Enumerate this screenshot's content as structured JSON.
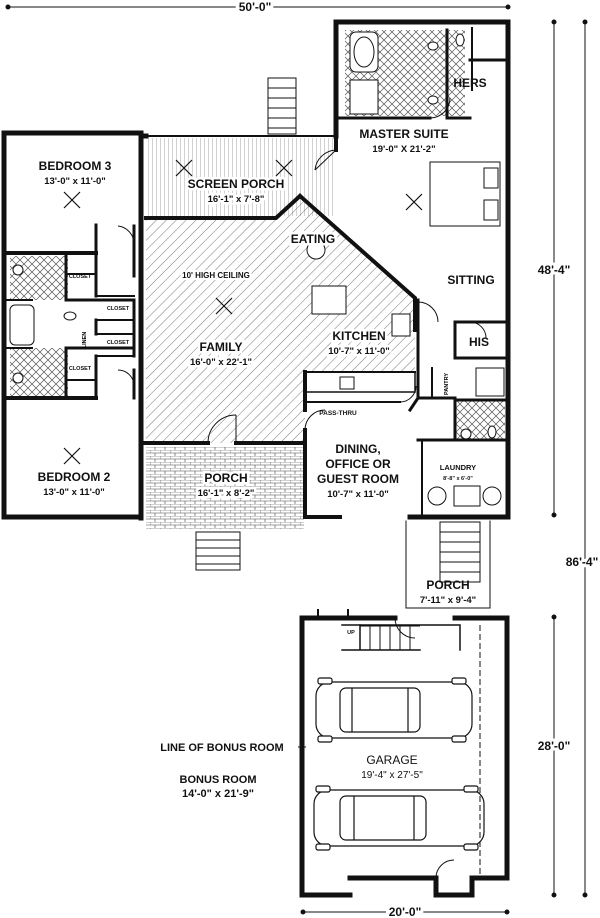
{
  "dimensions": {
    "overall_width": "50'-0\"",
    "main_depth": "48'-4\"",
    "overall_depth": "86'-4\"",
    "garage_depth": "28'-0\"",
    "garage_width": "20'-0\""
  },
  "rooms": {
    "bedroom3": {
      "name": "BEDROOM 3",
      "size": "13'-0\" x 11'-0\""
    },
    "bedroom2": {
      "name": "BEDROOM 2",
      "size": "13'-0\" x 11'-0\""
    },
    "screen_porch": {
      "name": "SCREEN PORCH",
      "size": "16'-1\" x 7'-8\""
    },
    "eating": {
      "name": "EATING"
    },
    "family": {
      "name": "FAMILY",
      "size": "16'-0\" x 22'-1\"",
      "note": "10' HIGH CEILING"
    },
    "kitchen": {
      "name": "KITCHEN",
      "size": "10'-7\" x 11'-0\""
    },
    "front_porch": {
      "name": "PORCH",
      "size": "16'-1\" x 8'-2\""
    },
    "dining": {
      "line1": "DINING,",
      "line2": "OFFICE OR",
      "line3": "GUEST ROOM",
      "size": "10'-7\" x 11'-0\""
    },
    "master": {
      "name": "MASTER SUITE",
      "size": "19'-0\" X 21'-2\""
    },
    "hers": {
      "name": "HERS"
    },
    "his": {
      "name": "HIS"
    },
    "sitting": {
      "name": "SITTING"
    },
    "pantry": {
      "name": "PANTRY"
    },
    "laundry": {
      "name": "LAUNDRY",
      "size": "8'-8\" x 6'-0\""
    },
    "rear_porch": {
      "name": "PORCH",
      "size": "7'-11\" x 9'-4\""
    },
    "garage": {
      "name": "GARAGE",
      "size": "19'-4\" x 27'-5\""
    },
    "bonus": {
      "line": "LINE OF BONUS ROOM",
      "name": "BONUS ROOM",
      "size": "14'-0\" x 21'-9\""
    }
  },
  "small_labels": {
    "closet": "CLOSET",
    "linen": "LINEN",
    "pass_thru": "PASS-THRU",
    "up": "UP"
  }
}
